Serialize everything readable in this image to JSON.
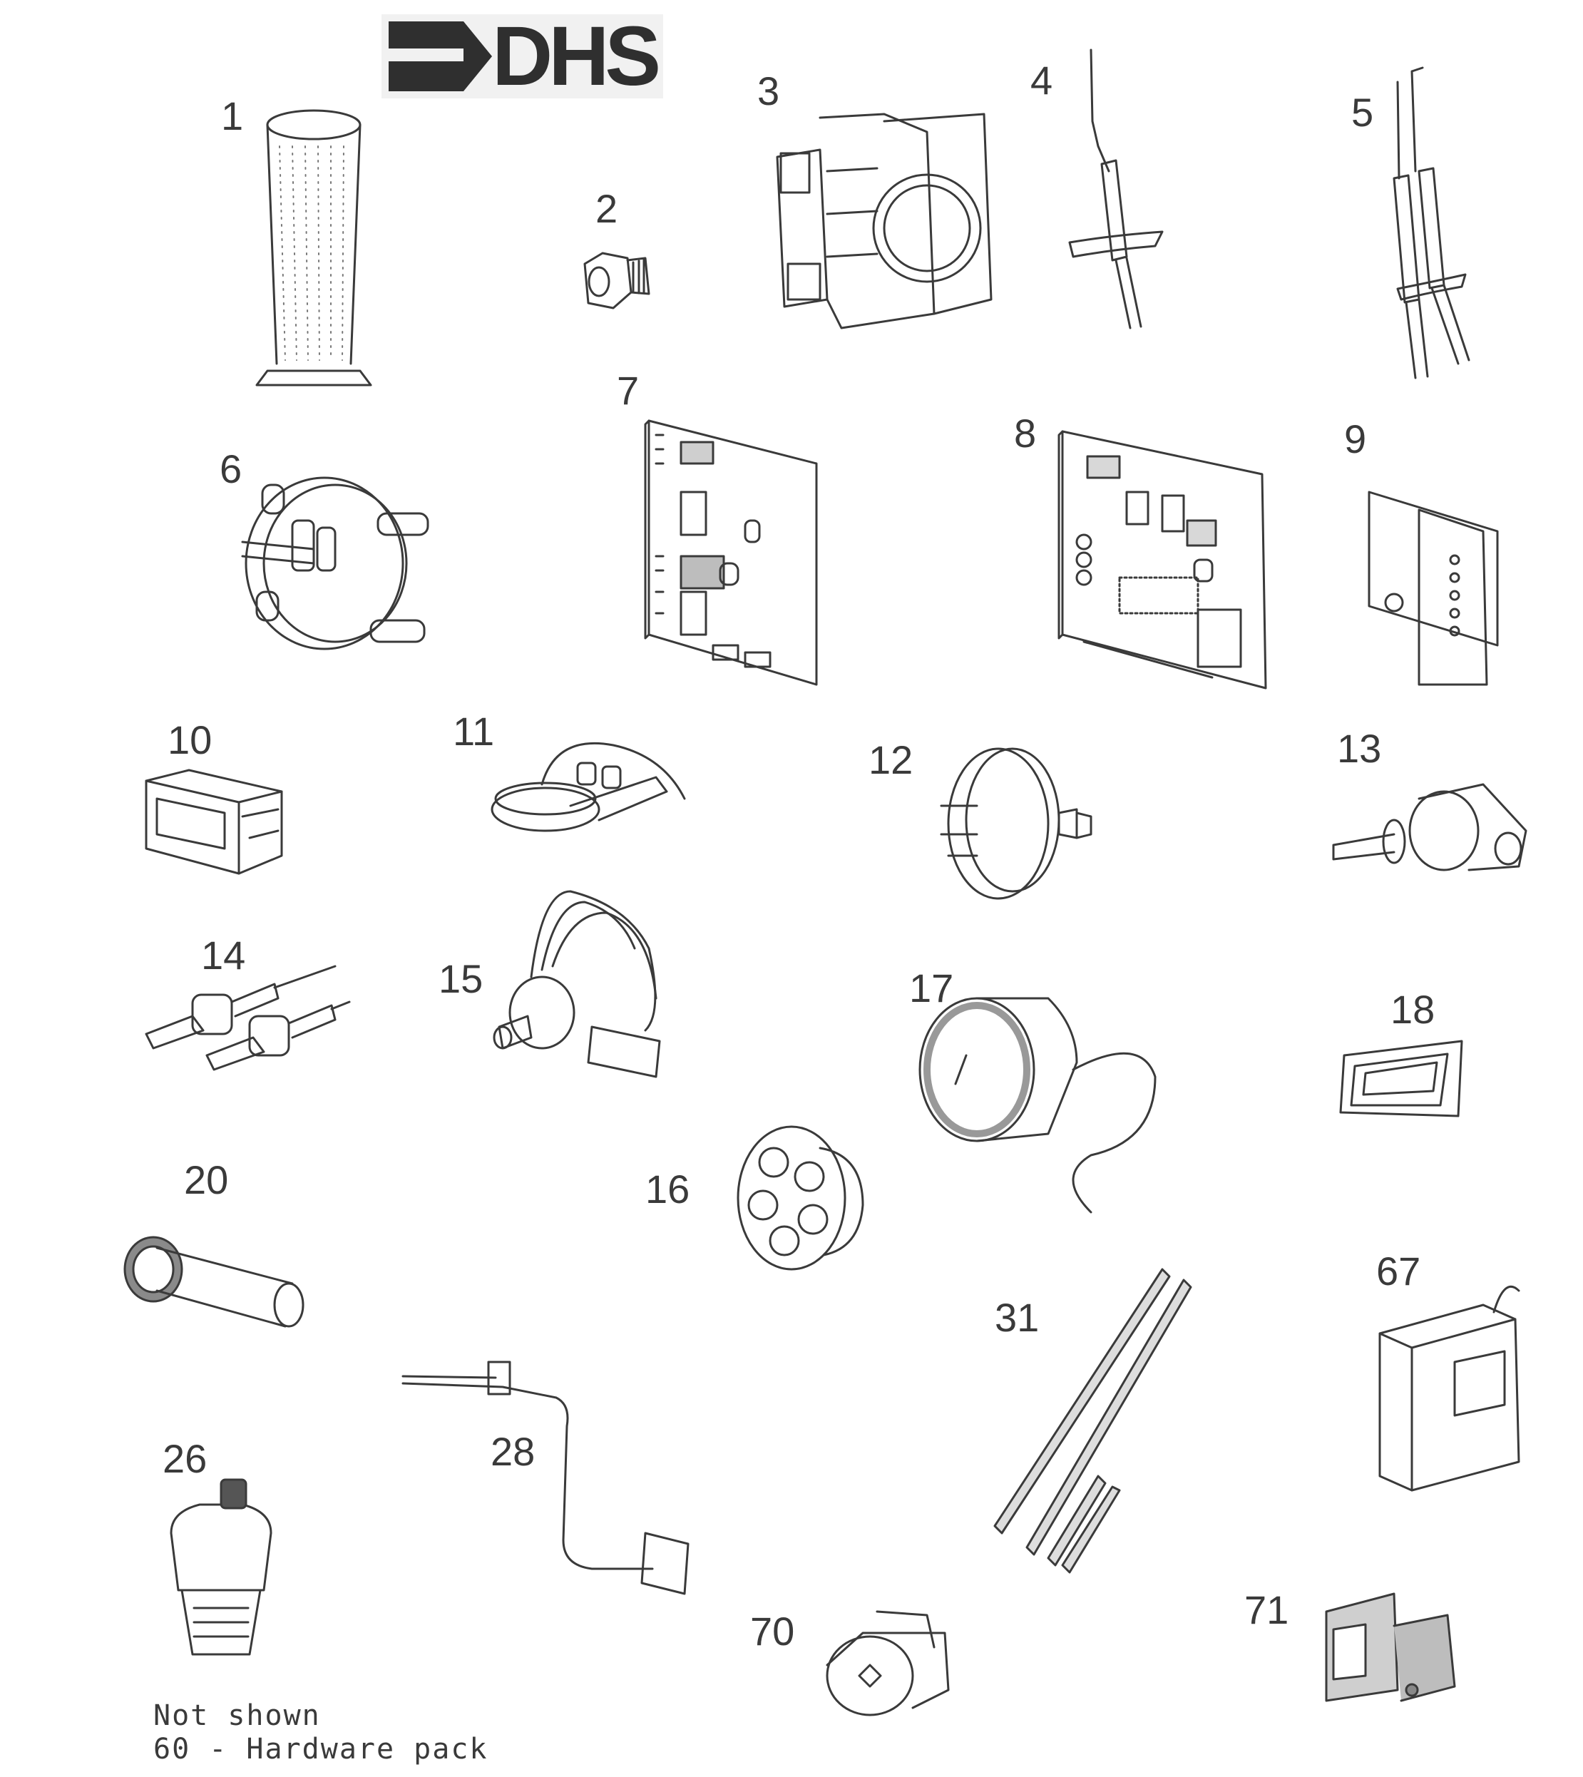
{
  "logo": {
    "text": "DHS"
  },
  "labels": {
    "p1": "1",
    "p2": "2",
    "p3": "3",
    "p4": "4",
    "p5": "5",
    "p6": "6",
    "p7": "7",
    "p8": "8",
    "p9": "9",
    "p10": "10",
    "p11": "11",
    "p12": "12",
    "p13": "13",
    "p14": "14",
    "p15": "15",
    "p16": "16",
    "p17": "17",
    "p18": "18",
    "p20": "20",
    "p26": "26",
    "p28": "28",
    "p31": "31",
    "p67": "67",
    "p70": "70",
    "p71": "71"
  },
  "note": {
    "line1": "Not shown",
    "line2": "60 - Hardware pack"
  }
}
